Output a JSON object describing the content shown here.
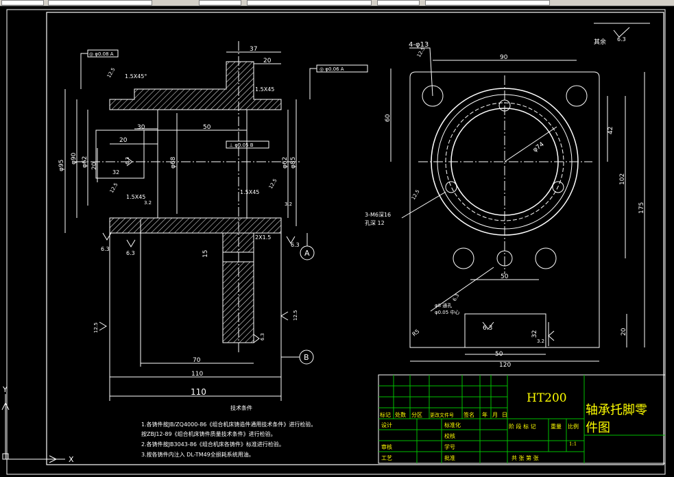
{
  "drawing": {
    "material": "HT200",
    "part_name_line1": "轴承托脚零",
    "part_name_line2": "件图",
    "scale": "1:1",
    "roughness_note_label": "其余",
    "roughness_note_value": "6.3"
  },
  "left_view": {
    "dims": {
      "d37": "37",
      "d20top": "20",
      "d30": "30",
      "d50": "50",
      "d20": "20",
      "d70": "70",
      "d110a": "110",
      "d110b": "110",
      "d15": "15",
      "dia95": "φ95",
      "dia90": "φ90",
      "dia62": "φ62",
      "dia20": "20",
      "dia68": "φ68",
      "dia62r": "φ62",
      "dia85": "φ85",
      "chamfer1": "1.5X45°",
      "chamfer2": "1.5X45",
      "chamfer3": "1.5X45",
      "chamfer4": "1.5X45",
      "groove": "2X1.5",
      "r32": "32"
    },
    "tolerances": {
      "tol1": "◎ φ0.08 A",
      "tol2": "◎ φ0.06 A",
      "tol3": "⊥ φ0.05 B"
    },
    "roughness": [
      "12.5",
      "6.3",
      "3.2",
      "12.5",
      "6.3",
      "3.2",
      "6.3",
      "6.3",
      "12.5",
      "12.5",
      "6.3",
      "12.5"
    ],
    "datum_a": "A",
    "datum_b": "B"
  },
  "right_view": {
    "holes_label": "4-φ13",
    "dims": {
      "d90": "90",
      "d60": "60",
      "d42": "42",
      "d102": "102",
      "d175": "175",
      "d74": "φ74",
      "d50": "50",
      "d50b": "50",
      "d120": "120",
      "d20": "20",
      "d32": "32"
    },
    "thread_label_1": "3-M6深16",
    "thread_label_2": "孔深 12",
    "pin_label_1": "φ8 通孔",
    "pin_label_2": "φ0.05 中心",
    "r5": "R5",
    "roughness": [
      "12.5",
      "12.5",
      "6.3",
      "6.3",
      "3.2"
    ]
  },
  "tech_req": {
    "title": "技术条件",
    "items": [
      "1.各铸件按JB/ZQ4000-86《组合机床铸造件通用技术条件》进行检验。",
      "  按ZBJ12-89《组合机床铸件质量技术条件》进行检验。",
      "2.各铸件按JB3043-86《组合机床各铸件》标准进行检验。",
      "3.按各铸件内注入 DL-TM49全损耗系统用油。"
    ]
  },
  "title_block": {
    "row1": [
      "标记",
      "处数",
      "分区",
      "更改文件号",
      "签名",
      "年",
      "月",
      "日"
    ],
    "design": "设计",
    "standard": "标准化",
    "stage_header": "阶 段 标 记",
    "weight": "重量",
    "ratio": "比例",
    "review": "审核",
    "craft": "工艺",
    "approve": "批准",
    "sheet": "共    张    第    张",
    "check": "校核",
    "learn": "学号"
  },
  "ucs": {
    "x": "X",
    "y": "Y"
  }
}
